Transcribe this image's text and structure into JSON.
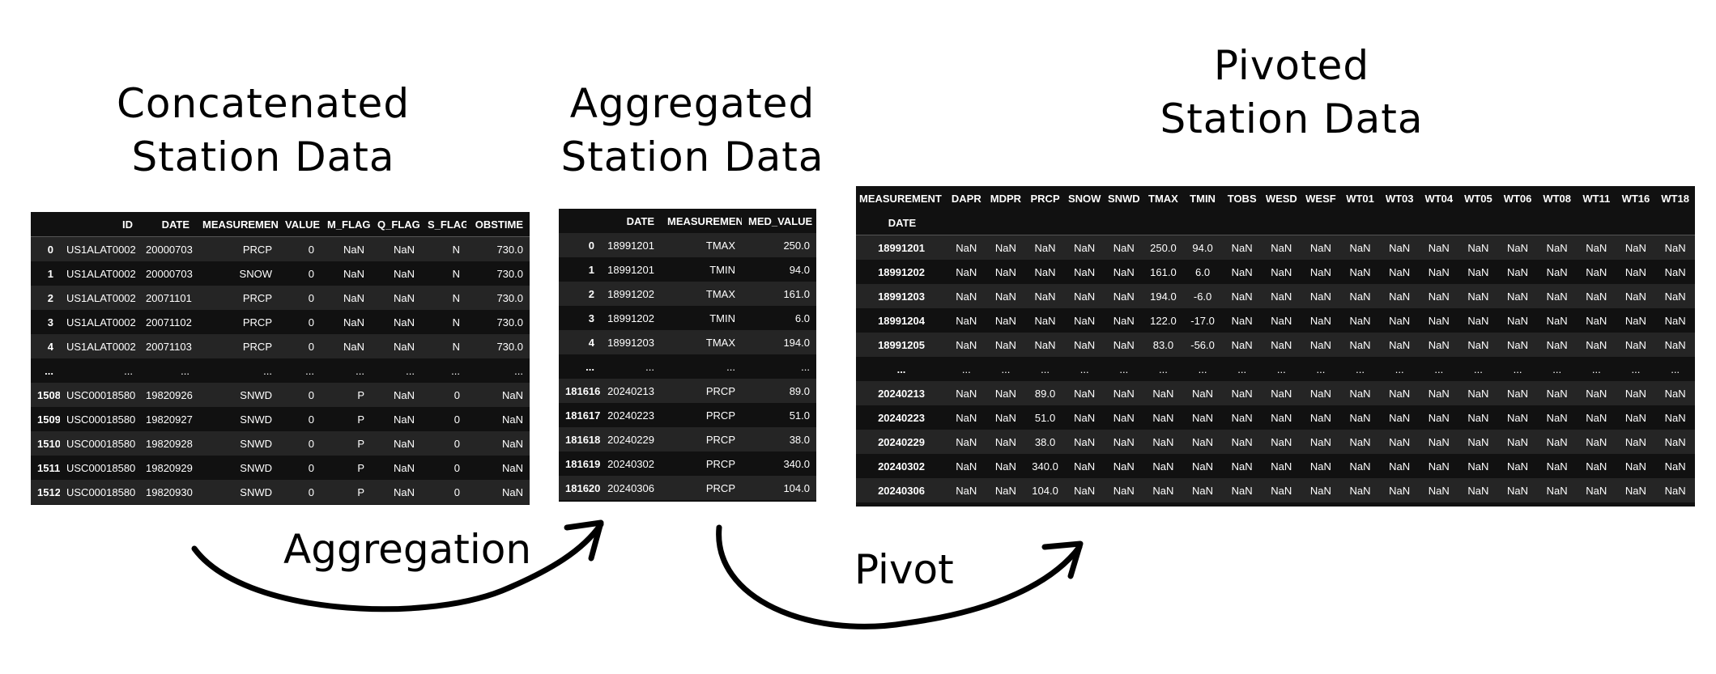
{
  "titles": {
    "concatenated": [
      "Concatenated",
      "Station Data"
    ],
    "aggregated": [
      "Aggregated",
      "Station Data"
    ],
    "pivoted": [
      "Pivoted",
      "Station Data"
    ]
  },
  "arrow_labels": {
    "aggregation": "Aggregation",
    "pivot": "Pivot"
  },
  "table1": {
    "columns": [
      "",
      "ID",
      "DATE",
      "MEASUREMENT",
      "VALUE",
      "M_FLAG",
      "Q_FLAG",
      "S_FLAG",
      "OBSTIME"
    ],
    "rows": [
      [
        "0",
        "US1ALAT0002",
        "20000703",
        "PRCP",
        "0",
        "NaN",
        "NaN",
        "N",
        "730.0"
      ],
      [
        "1",
        "US1ALAT0002",
        "20000703",
        "SNOW",
        "0",
        "NaN",
        "NaN",
        "N",
        "730.0"
      ],
      [
        "2",
        "US1ALAT0002",
        "20071101",
        "PRCP",
        "0",
        "NaN",
        "NaN",
        "N",
        "730.0"
      ],
      [
        "3",
        "US1ALAT0002",
        "20071102",
        "PRCP",
        "0",
        "NaN",
        "NaN",
        "N",
        "730.0"
      ],
      [
        "4",
        "US1ALAT0002",
        "20071103",
        "PRCP",
        "0",
        "NaN",
        "NaN",
        "N",
        "730.0"
      ],
      [
        "...",
        "...",
        "...",
        "...",
        "...",
        "...",
        "...",
        "...",
        "..."
      ],
      [
        "1508",
        "USC00018580",
        "19820926",
        "SNWD",
        "0",
        "P",
        "NaN",
        "0",
        "NaN"
      ],
      [
        "1509",
        "USC00018580",
        "19820927",
        "SNWD",
        "0",
        "P",
        "NaN",
        "0",
        "NaN"
      ],
      [
        "1510",
        "USC00018580",
        "19820928",
        "SNWD",
        "0",
        "P",
        "NaN",
        "0",
        "NaN"
      ],
      [
        "1511",
        "USC00018580",
        "19820929",
        "SNWD",
        "0",
        "P",
        "NaN",
        "0",
        "NaN"
      ],
      [
        "1512",
        "USC00018580",
        "19820930",
        "SNWD",
        "0",
        "P",
        "NaN",
        "0",
        "NaN"
      ]
    ]
  },
  "table2": {
    "columns": [
      "",
      "DATE",
      "MEASUREMENT",
      "MED_VALUE"
    ],
    "rows": [
      [
        "0",
        "18991201",
        "TMAX",
        "250.0"
      ],
      [
        "1",
        "18991201",
        "TMIN",
        "94.0"
      ],
      [
        "2",
        "18991202",
        "TMAX",
        "161.0"
      ],
      [
        "3",
        "18991202",
        "TMIN",
        "6.0"
      ],
      [
        "4",
        "18991203",
        "TMAX",
        "194.0"
      ],
      [
        "...",
        "...",
        "...",
        "..."
      ],
      [
        "181616",
        "20240213",
        "PRCP",
        "89.0"
      ],
      [
        "181617",
        "20240223",
        "PRCP",
        "51.0"
      ],
      [
        "181618",
        "20240229",
        "PRCP",
        "38.0"
      ],
      [
        "181619",
        "20240302",
        "PRCP",
        "340.0"
      ],
      [
        "181620",
        "20240306",
        "PRCP",
        "104.0"
      ]
    ]
  },
  "table3": {
    "columns": [
      "MEASUREMENT",
      "DAPR",
      "MDPR",
      "PRCP",
      "SNOW",
      "SNWD",
      "TMAX",
      "TMIN",
      "TOBS",
      "WESD",
      "WESF",
      "WT01",
      "WT03",
      "WT04",
      "WT05",
      "WT06",
      "WT08",
      "WT11",
      "WT16",
      "WT18"
    ],
    "index_name": "DATE",
    "rows": [
      [
        "18991201",
        "NaN",
        "NaN",
        "NaN",
        "NaN",
        "NaN",
        "250.0",
        "94.0",
        "NaN",
        "NaN",
        "NaN",
        "NaN",
        "NaN",
        "NaN",
        "NaN",
        "NaN",
        "NaN",
        "NaN",
        "NaN",
        "NaN"
      ],
      [
        "18991202",
        "NaN",
        "NaN",
        "NaN",
        "NaN",
        "NaN",
        "161.0",
        "6.0",
        "NaN",
        "NaN",
        "NaN",
        "NaN",
        "NaN",
        "NaN",
        "NaN",
        "NaN",
        "NaN",
        "NaN",
        "NaN",
        "NaN"
      ],
      [
        "18991203",
        "NaN",
        "NaN",
        "NaN",
        "NaN",
        "NaN",
        "194.0",
        "-6.0",
        "NaN",
        "NaN",
        "NaN",
        "NaN",
        "NaN",
        "NaN",
        "NaN",
        "NaN",
        "NaN",
        "NaN",
        "NaN",
        "NaN"
      ],
      [
        "18991204",
        "NaN",
        "NaN",
        "NaN",
        "NaN",
        "NaN",
        "122.0",
        "-17.0",
        "NaN",
        "NaN",
        "NaN",
        "NaN",
        "NaN",
        "NaN",
        "NaN",
        "NaN",
        "NaN",
        "NaN",
        "NaN",
        "NaN"
      ],
      [
        "18991205",
        "NaN",
        "NaN",
        "NaN",
        "NaN",
        "NaN",
        "83.0",
        "-56.0",
        "NaN",
        "NaN",
        "NaN",
        "NaN",
        "NaN",
        "NaN",
        "NaN",
        "NaN",
        "NaN",
        "NaN",
        "NaN",
        "NaN"
      ],
      [
        "...",
        "...",
        "...",
        "...",
        "...",
        "...",
        "...",
        "...",
        "...",
        "...",
        "...",
        "...",
        "...",
        "...",
        "...",
        "...",
        "...",
        "...",
        "...",
        "..."
      ],
      [
        "20240213",
        "NaN",
        "NaN",
        "89.0",
        "NaN",
        "NaN",
        "NaN",
        "NaN",
        "NaN",
        "NaN",
        "NaN",
        "NaN",
        "NaN",
        "NaN",
        "NaN",
        "NaN",
        "NaN",
        "NaN",
        "NaN",
        "NaN"
      ],
      [
        "20240223",
        "NaN",
        "NaN",
        "51.0",
        "NaN",
        "NaN",
        "NaN",
        "NaN",
        "NaN",
        "NaN",
        "NaN",
        "NaN",
        "NaN",
        "NaN",
        "NaN",
        "NaN",
        "NaN",
        "NaN",
        "NaN",
        "NaN"
      ],
      [
        "20240229",
        "NaN",
        "NaN",
        "38.0",
        "NaN",
        "NaN",
        "NaN",
        "NaN",
        "NaN",
        "NaN",
        "NaN",
        "NaN",
        "NaN",
        "NaN",
        "NaN",
        "NaN",
        "NaN",
        "NaN",
        "NaN",
        "NaN"
      ],
      [
        "20240302",
        "NaN",
        "NaN",
        "340.0",
        "NaN",
        "NaN",
        "NaN",
        "NaN",
        "NaN",
        "NaN",
        "NaN",
        "NaN",
        "NaN",
        "NaN",
        "NaN",
        "NaN",
        "NaN",
        "NaN",
        "NaN",
        "NaN"
      ],
      [
        "20240306",
        "NaN",
        "NaN",
        "104.0",
        "NaN",
        "NaN",
        "NaN",
        "NaN",
        "NaN",
        "NaN",
        "NaN",
        "NaN",
        "NaN",
        "NaN",
        "NaN",
        "NaN",
        "NaN",
        "NaN",
        "NaN",
        "NaN"
      ]
    ]
  }
}
